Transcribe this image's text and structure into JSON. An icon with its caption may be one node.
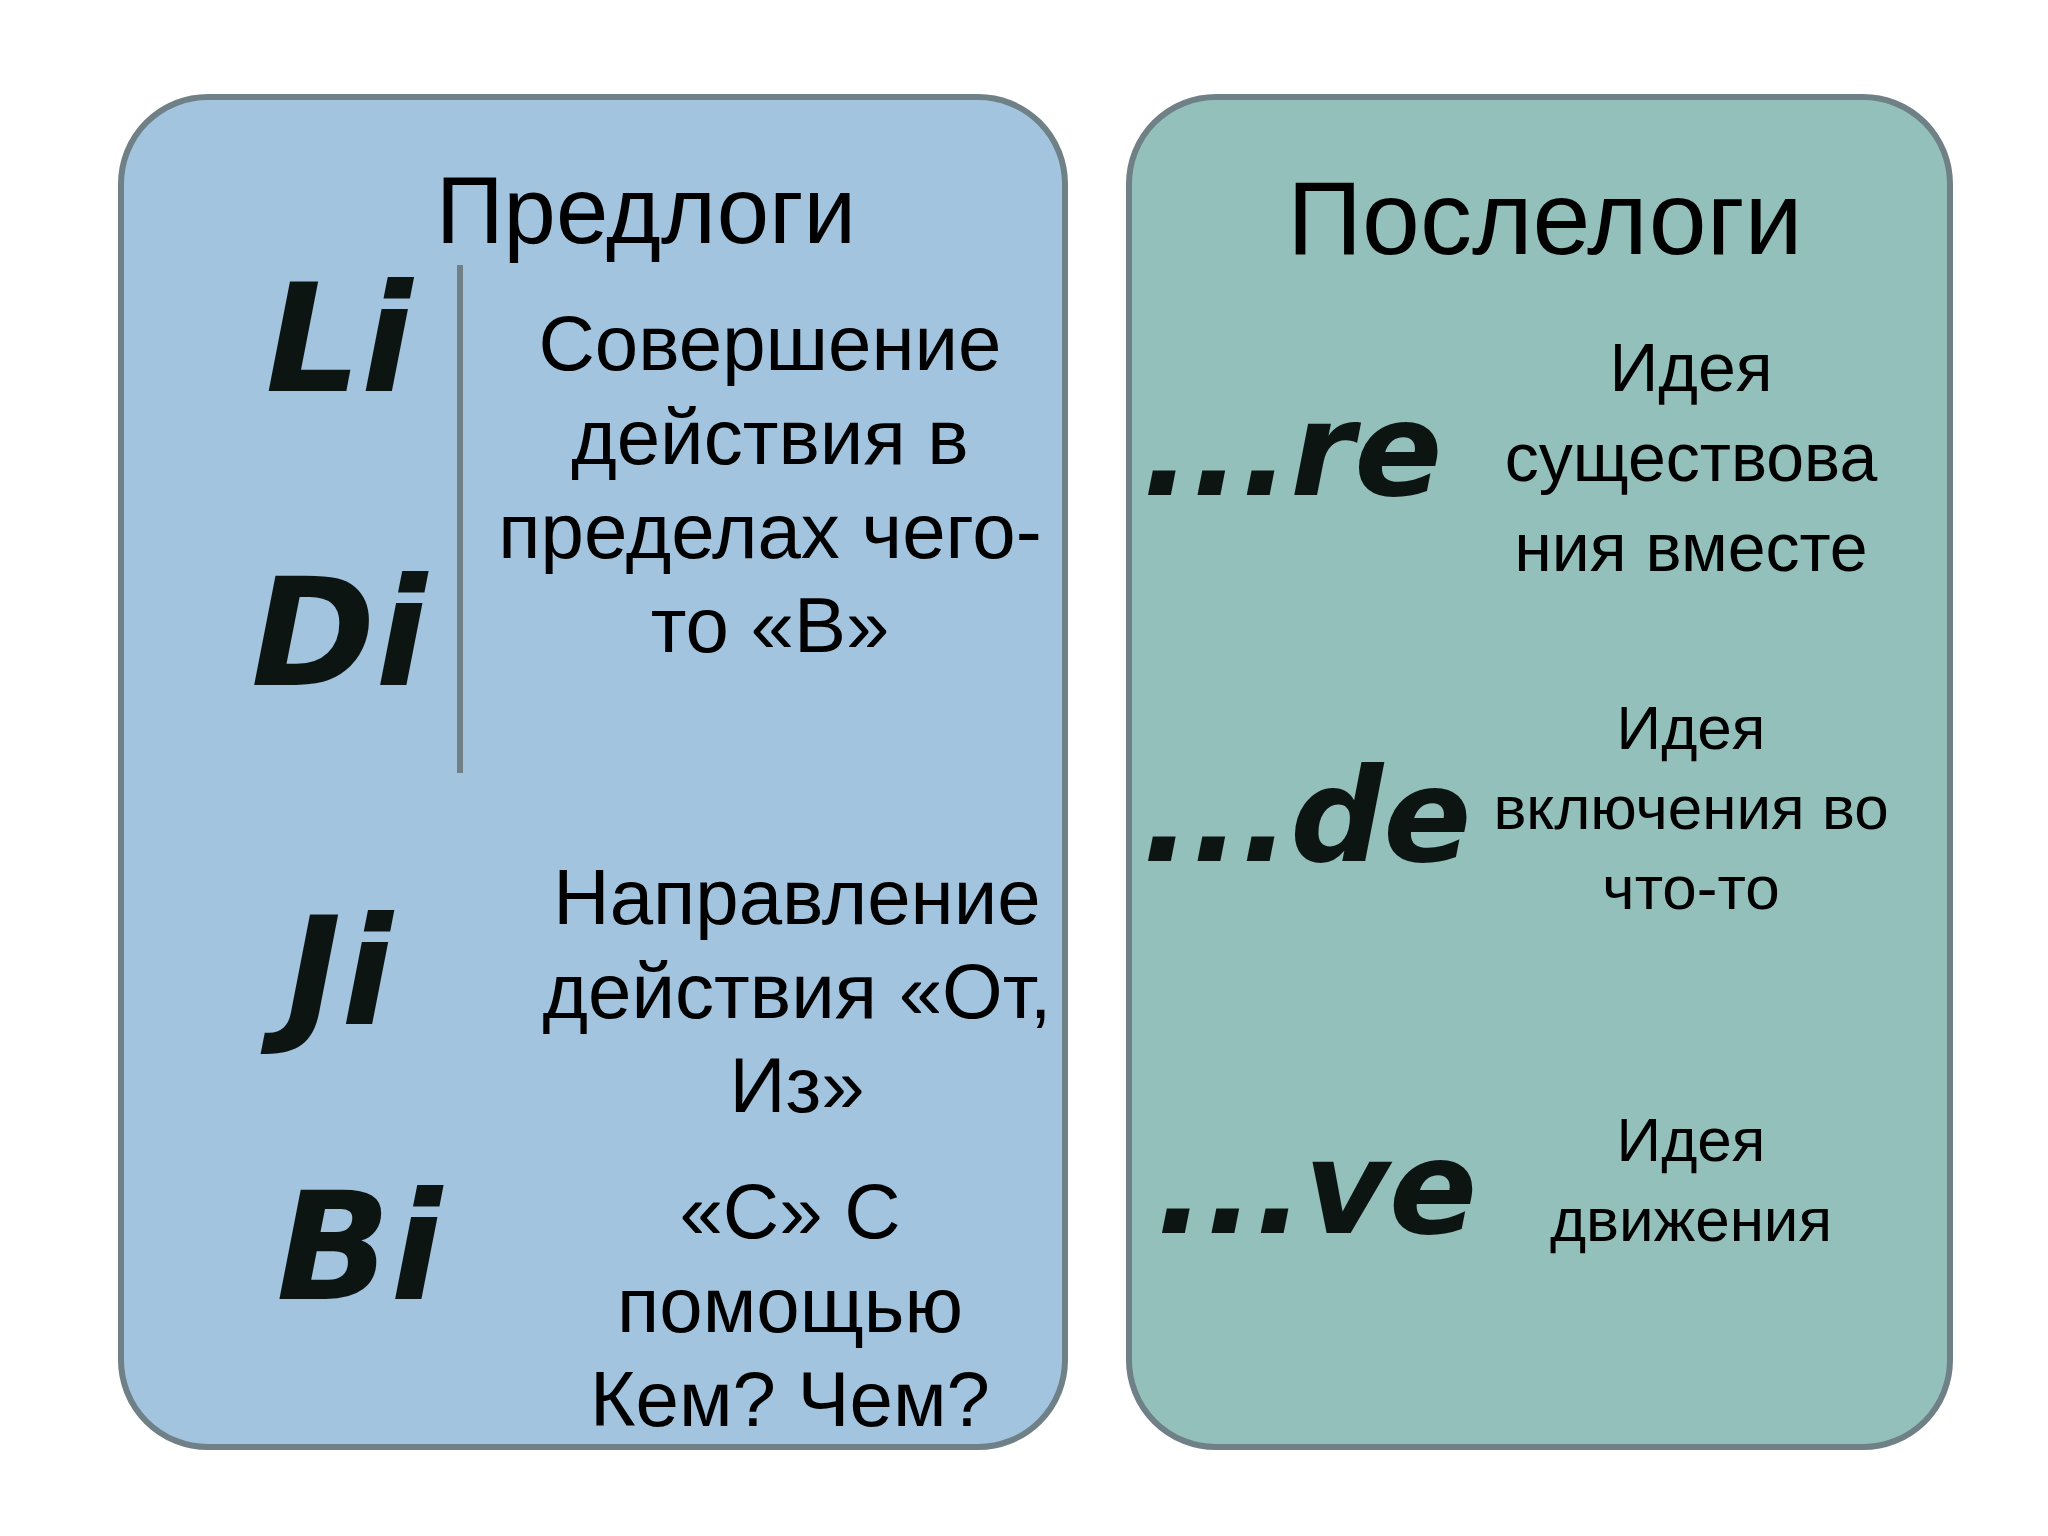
{
  "diagram": {
    "nodes": [
      {
        "text": [
          "Предлоги",
          "Li",
          "Di",
          "Совершение действия в пределах чего-то «В»",
          "Ji",
          "Направление действия «От, Из»",
          "Bi",
          "«С» С помощью Кем? Чем?"
        ]
      },
      {
        "text": [
          "Послелоги",
          "...re",
          "Идея существова ния вместе",
          "...de",
          "Идея включения во что-то",
          "...ve",
          "Идея движения"
        ]
      }
    ]
  }
}
